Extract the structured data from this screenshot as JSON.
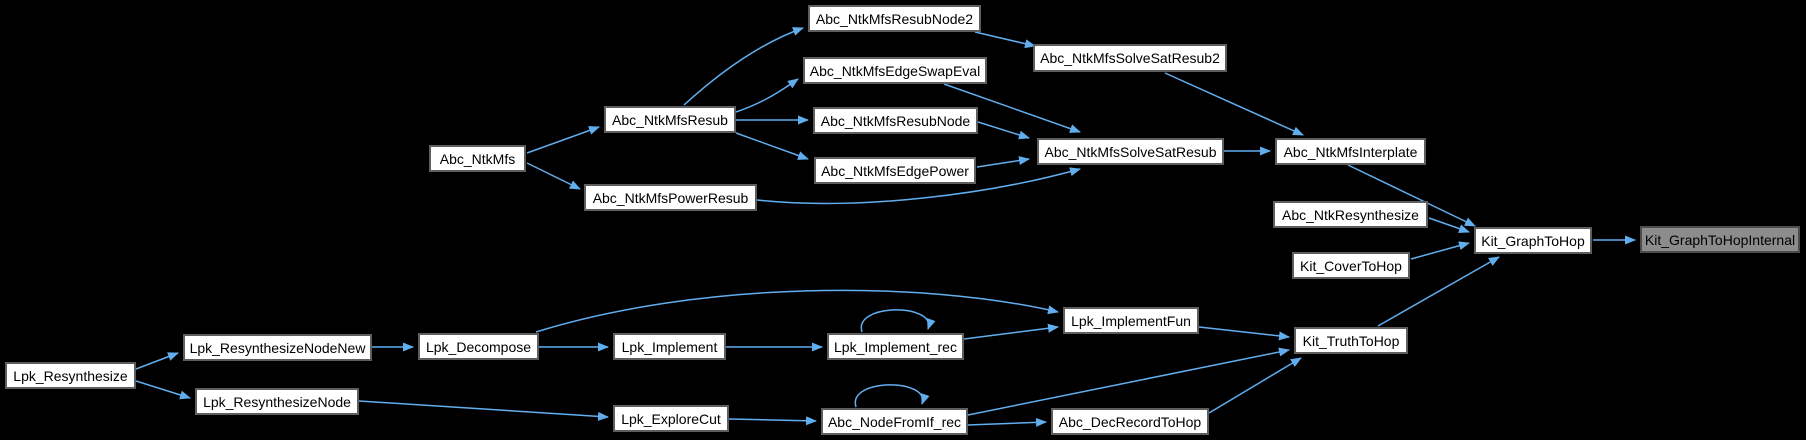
{
  "diagram": {
    "type": "call-graph",
    "colors": {
      "background": "#000000",
      "edge": "#61aeef",
      "node_fill": "#ffffff",
      "node_border": "#5e5e5e",
      "highlight_fill": "#8c8c8c",
      "highlight_border": "#4c4c4c",
      "text": "#000000"
    },
    "nodes": [
      {
        "label": "Abc_NtkMfs"
      },
      {
        "label": "Abc_NtkMfsResub"
      },
      {
        "label": "Abc_NtkMfsPowerResub"
      },
      {
        "label": "Abc_NtkMfsResubNode2"
      },
      {
        "label": "Abc_NtkMfsEdgeSwapEval"
      },
      {
        "label": "Abc_NtkMfsResubNode"
      },
      {
        "label": "Abc_NtkMfsEdgePower"
      },
      {
        "label": "Abc_NtkMfsSolveSatResub2"
      },
      {
        "label": "Abc_NtkMfsSolveSatResub"
      },
      {
        "label": "Abc_NtkMfsInterplate"
      },
      {
        "label": "Abc_NtkResynthesize"
      },
      {
        "label": "Kit_CoverToHop"
      },
      {
        "label": "Kit_GraphToHop"
      },
      {
        "label": "Kit_GraphToHopInternal",
        "highlighted": true
      },
      {
        "label": "Lpk_Resynthesize"
      },
      {
        "label": "Lpk_ResynthesizeNodeNew"
      },
      {
        "label": "Lpk_ResynthesizeNode"
      },
      {
        "label": "Lpk_Decompose"
      },
      {
        "label": "Lpk_Implement"
      },
      {
        "label": "Lpk_ExploreCut"
      },
      {
        "label": "Lpk_Implement_rec"
      },
      {
        "label": "Abc_NodeFromIf_rec"
      },
      {
        "label": "Lpk_ImplementFun"
      },
      {
        "label": "Abc_DecRecordToHop"
      },
      {
        "label": "Kit_TruthToHop"
      }
    ],
    "edges": [
      {
        "from": "Abc_NtkMfs",
        "to": "Abc_NtkMfsResub"
      },
      {
        "from": "Abc_NtkMfs",
        "to": "Abc_NtkMfsPowerResub"
      },
      {
        "from": "Abc_NtkMfsResub",
        "to": "Abc_NtkMfsResubNode2"
      },
      {
        "from": "Abc_NtkMfsResub",
        "to": "Abc_NtkMfsEdgeSwapEval"
      },
      {
        "from": "Abc_NtkMfsResub",
        "to": "Abc_NtkMfsResubNode"
      },
      {
        "from": "Abc_NtkMfsResub",
        "to": "Abc_NtkMfsEdgePower"
      },
      {
        "from": "Abc_NtkMfsResubNode2",
        "to": "Abc_NtkMfsSolveSatResub2"
      },
      {
        "from": "Abc_NtkMfsSolveSatResub2",
        "to": "Abc_NtkMfsInterplate"
      },
      {
        "from": "Abc_NtkMfsEdgeSwapEval",
        "to": "Abc_NtkMfsSolveSatResub"
      },
      {
        "from": "Abc_NtkMfsResubNode",
        "to": "Abc_NtkMfsSolveSatResub"
      },
      {
        "from": "Abc_NtkMfsEdgePower",
        "to": "Abc_NtkMfsSolveSatResub"
      },
      {
        "from": "Abc_NtkMfsPowerResub",
        "to": "Abc_NtkMfsSolveSatResub"
      },
      {
        "from": "Abc_NtkMfsSolveSatResub",
        "to": "Abc_NtkMfsInterplate"
      },
      {
        "from": "Abc_NtkMfsInterplate",
        "to": "Kit_GraphToHop"
      },
      {
        "from": "Abc_NtkResynthesize",
        "to": "Kit_GraphToHop"
      },
      {
        "from": "Kit_CoverToHop",
        "to": "Kit_GraphToHop"
      },
      {
        "from": "Kit_TruthToHop",
        "to": "Kit_GraphToHop"
      },
      {
        "from": "Kit_GraphToHop",
        "to": "Kit_GraphToHopInternal"
      },
      {
        "from": "Lpk_Resynthesize",
        "to": "Lpk_ResynthesizeNodeNew"
      },
      {
        "from": "Lpk_Resynthesize",
        "to": "Lpk_ResynthesizeNode"
      },
      {
        "from": "Lpk_ResynthesizeNodeNew",
        "to": "Lpk_Decompose"
      },
      {
        "from": "Lpk_Decompose",
        "to": "Lpk_Implement"
      },
      {
        "from": "Lpk_Decompose",
        "to": "Lpk_ImplementFun"
      },
      {
        "from": "Lpk_Implement",
        "to": "Lpk_Implement_rec"
      },
      {
        "from": "Lpk_Implement_rec",
        "to": "Lpk_Implement_rec"
      },
      {
        "from": "Lpk_Implement_rec",
        "to": "Lpk_ImplementFun"
      },
      {
        "from": "Lpk_ImplementFun",
        "to": "Kit_TruthToHop"
      },
      {
        "from": "Lpk_ResynthesizeNode",
        "to": "Lpk_ExploreCut"
      },
      {
        "from": "Lpk_ExploreCut",
        "to": "Abc_NodeFromIf_rec"
      },
      {
        "from": "Abc_NodeFromIf_rec",
        "to": "Abc_NodeFromIf_rec"
      },
      {
        "from": "Abc_NodeFromIf_rec",
        "to": "Kit_TruthToHop"
      },
      {
        "from": "Abc_NodeFromIf_rec",
        "to": "Abc_DecRecordToHop"
      },
      {
        "from": "Abc_DecRecordToHop",
        "to": "Kit_TruthToHop"
      }
    ]
  }
}
